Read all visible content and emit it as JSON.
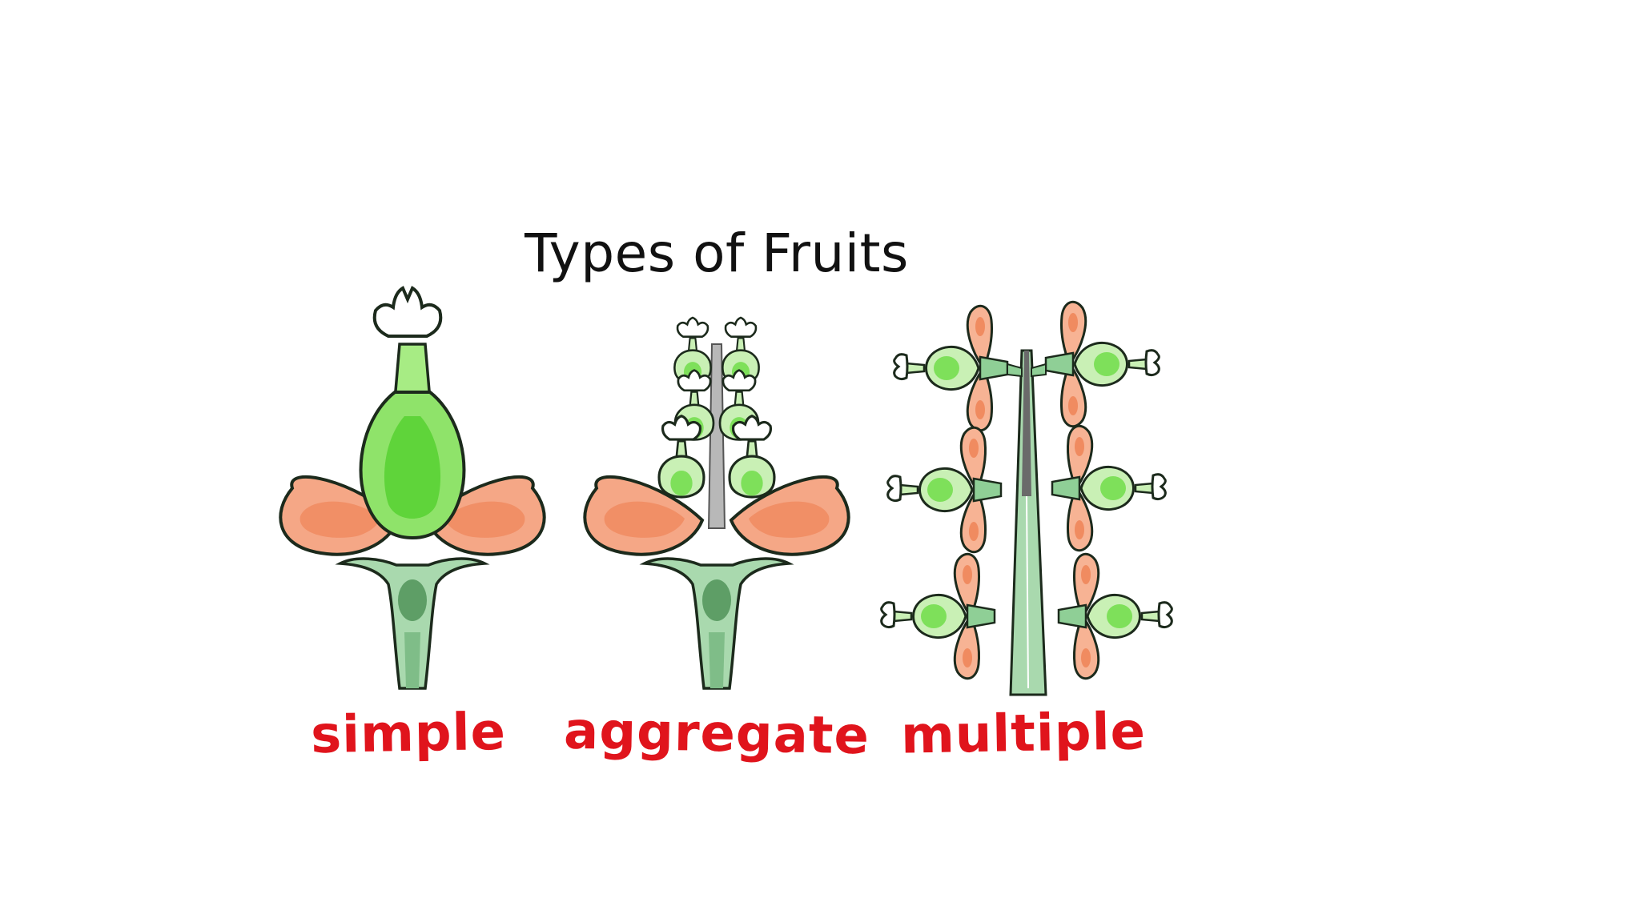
{
  "title": "Types of Fruits",
  "labels": {
    "simple": "simple",
    "aggregate": "aggregate",
    "multiple": "multiple"
  },
  "colors": {
    "petal": "#f4a582",
    "petal_inner": "#f08b60",
    "pistil": "#8fe36a",
    "pistil_inner": "#5fd43a",
    "stem": "#8fcf96",
    "stem_dark": "#5e9e66",
    "outline": "#1c2a1c",
    "label": "#e0141c"
  }
}
